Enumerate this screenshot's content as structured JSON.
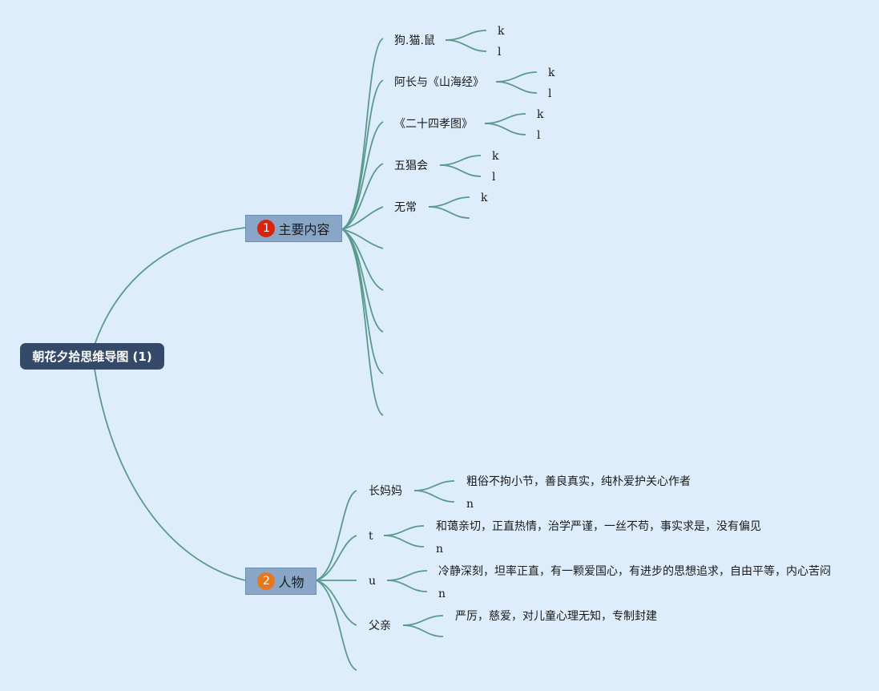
{
  "root": {
    "label": "朝花夕拾思维导图 (1)"
  },
  "topics": [
    {
      "badge": "1",
      "badge_color": "#d9230f",
      "label": "主要内容"
    },
    {
      "badge": "2",
      "badge_color": "#e8761b",
      "label": "人物"
    }
  ],
  "content_branches": [
    {
      "label": "狗.猫.鼠",
      "children": [
        "k",
        "l"
      ]
    },
    {
      "label": "阿长与《山海经》",
      "children": [
        "k",
        "l"
      ]
    },
    {
      "label": "《二十四孝图》",
      "children": [
        "k",
        "l"
      ]
    },
    {
      "label": "五猖会",
      "children": [
        "k",
        "l"
      ]
    },
    {
      "label": "无常",
      "children": [
        "k",
        ""
      ]
    }
  ],
  "people_branches": [
    {
      "label": "长妈妈",
      "children": [
        "粗俗不拘小节，善良真实，纯朴爱护关心作者",
        "n"
      ]
    },
    {
      "label": "t",
      "children": [
        "和蔼亲切，正直热情，治学严谨，一丝不苟，事实求是，没有偏见",
        "n"
      ]
    },
    {
      "label": "u",
      "children": [
        "冷静深刻，坦率正直，有一颗爱国心，有进步的思想追求，自由平等，内心苦闷",
        "n"
      ]
    },
    {
      "label": "父亲",
      "children": [
        "严厉，慈爱，对儿童心理无知，专制封建",
        ""
      ]
    }
  ],
  "colors": {
    "background": "#deedfc",
    "connector": "#5a9a8c",
    "root": "#344a68",
    "topic": "#8aa6c7"
  }
}
